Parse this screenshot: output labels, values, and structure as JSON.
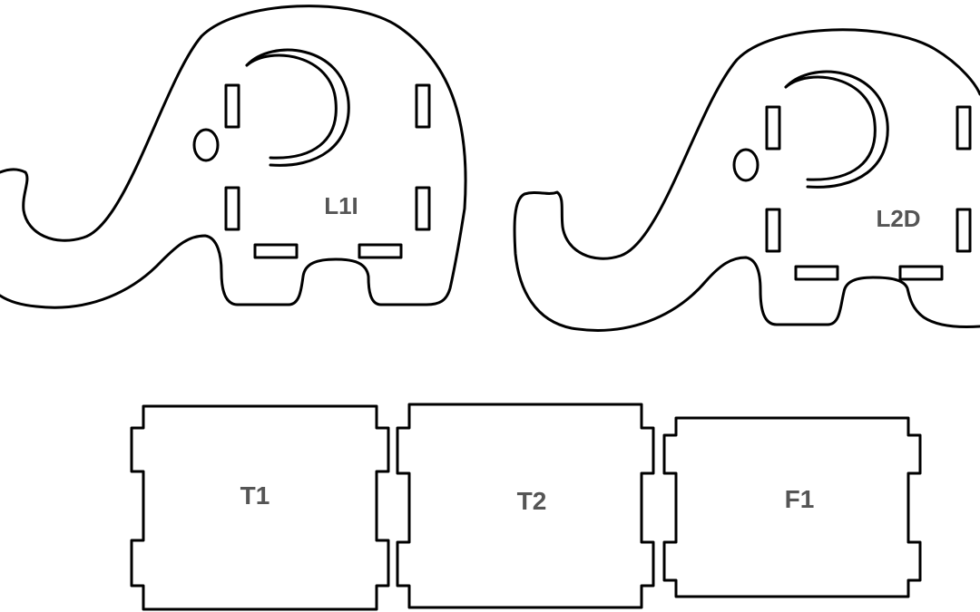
{
  "colors": {
    "stroke": "#000000",
    "label": "#555555",
    "background": "#ffffff"
  },
  "parts": {
    "left_elephant": {
      "label": "L1I"
    },
    "right_elephant": {
      "label": "L2D"
    },
    "panel_t1": {
      "label": "T1"
    },
    "panel_t2": {
      "label": "T2"
    },
    "panel_f1": {
      "label": "F1"
    }
  }
}
